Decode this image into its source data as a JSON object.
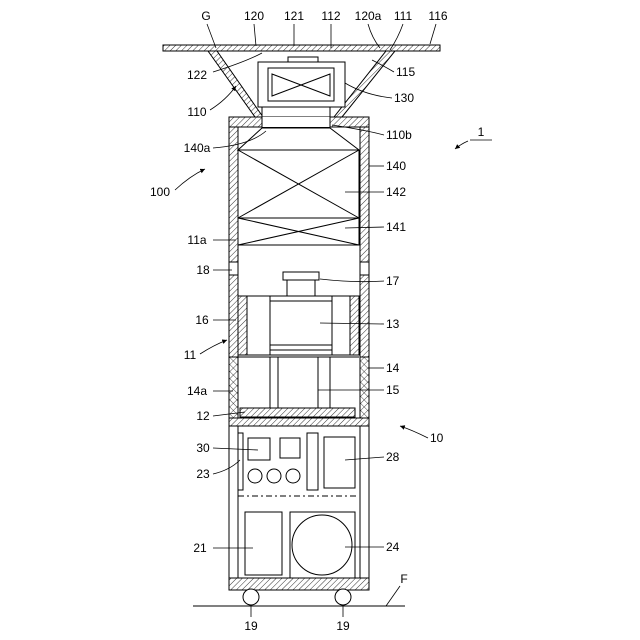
{
  "figure": {
    "refs": {
      "G": "G",
      "r120": "120",
      "r121": "121",
      "r112": "112",
      "r120a": "120a",
      "r111": "111",
      "r116": "116",
      "r122": "122",
      "r115": "115",
      "r110": "110",
      "r130": "130",
      "r110b": "110b",
      "r1": "1",
      "r140a": "140a",
      "r140": "140",
      "r100": "100",
      "r142": "142",
      "r11a": "11a",
      "r141": "141",
      "r18": "18",
      "r17": "17",
      "r16": "16",
      "r13": "13",
      "r11": "11",
      "r14": "14",
      "r14a": "14a",
      "r15": "15",
      "r12": "12",
      "r10": "10",
      "r30": "30",
      "r23": "23",
      "r28": "28",
      "r21": "21",
      "r24": "24",
      "F": "F",
      "r19_left": "19",
      "r19_right": "19"
    },
    "colors": {
      "line": "#000000",
      "background": "#ffffff"
    }
  }
}
